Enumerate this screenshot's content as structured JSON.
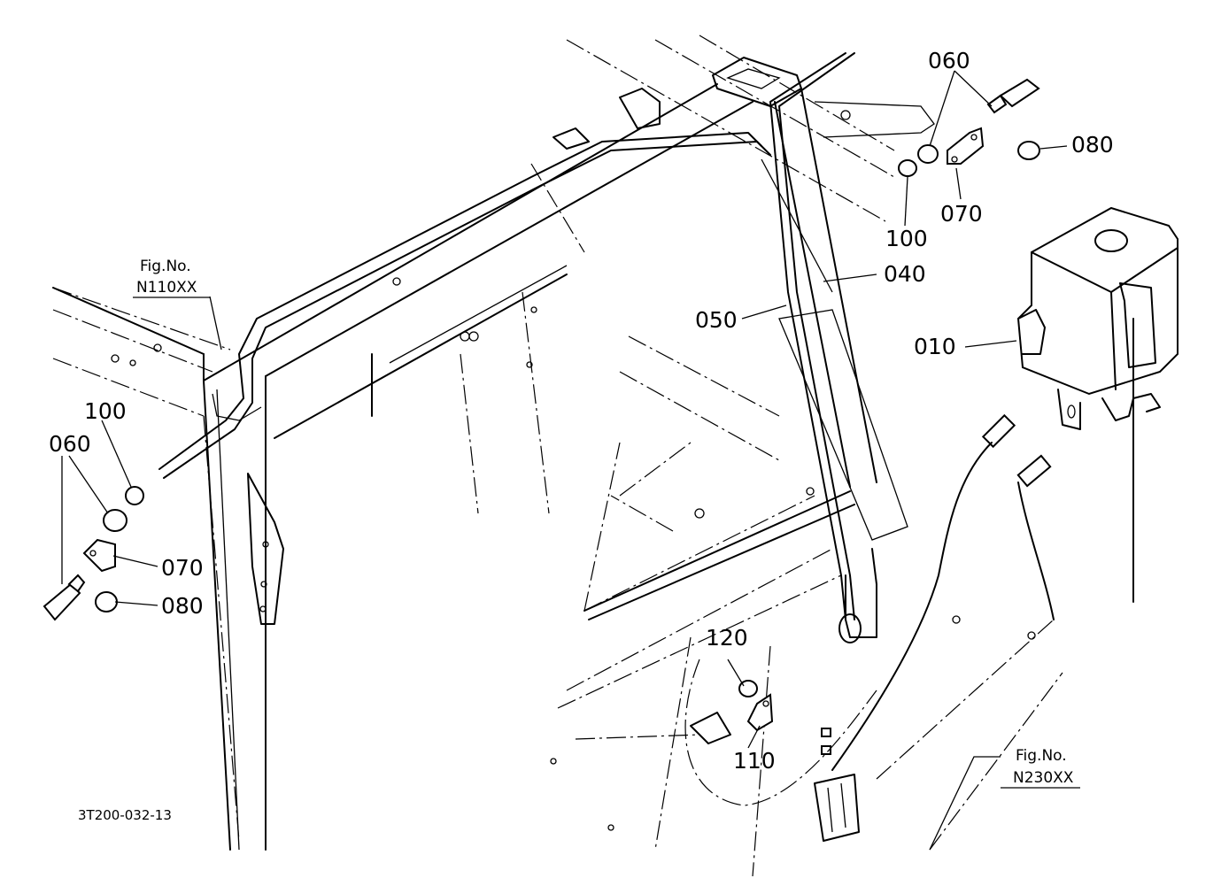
{
  "diagram_code": "3T200-032-13",
  "fig_refs": [
    {
      "label": "Fig.No.",
      "code": "N110XX"
    },
    {
      "label": "Fig.No.",
      "code": "N230XX"
    }
  ],
  "callouts": {
    "top_060": "060",
    "top_080": "080",
    "top_070": "070",
    "top_100": "100",
    "p040": "040",
    "p050": "050",
    "p010": "010",
    "left_100": "100",
    "left_060": "060",
    "left_070": "070",
    "left_080": "080",
    "p120": "120",
    "p110": "110"
  }
}
